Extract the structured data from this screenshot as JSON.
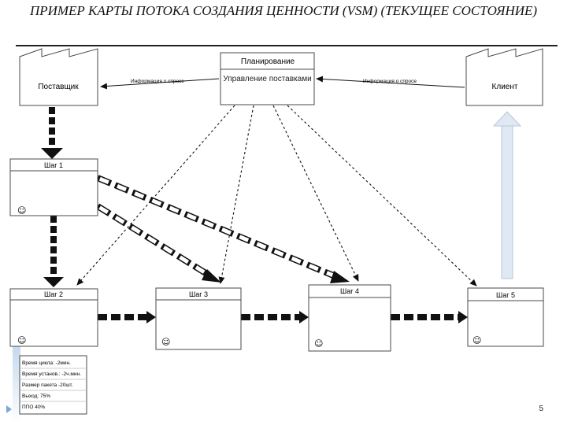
{
  "title": "ПРИМЕР КАРТЫ ПОТОКА СОЗДАНИЯ ЦЕННОСТИ (VSM) (ТЕКУЩЕЕ СОСТОЯНИЕ)",
  "supplier": "Поставщик",
  "customer": "Клиент",
  "planning": {
    "header": "Планирование",
    "body": "Управление поставками"
  },
  "info_left": "Информация о спросе",
  "info_right": "Информация о спросе",
  "steps": [
    "Шаг 1",
    "Шаг 2",
    "Шаг 3",
    "Шаг 4",
    "Шаг 5"
  ],
  "operator_glyph": "☺",
  "metrics": [
    "Время цикла: -2мин.",
    "Время установ.: -2ч.мин.",
    "Размер пакета -20шт.",
    "Выход: 75%",
    "ППО 40%"
  ],
  "page_number": "5",
  "colors": {
    "box_stroke": "#4a4a4a",
    "push_arrow": "#111111",
    "pull_arrow": "#d6e3f2",
    "accent": "#7da7d9"
  }
}
